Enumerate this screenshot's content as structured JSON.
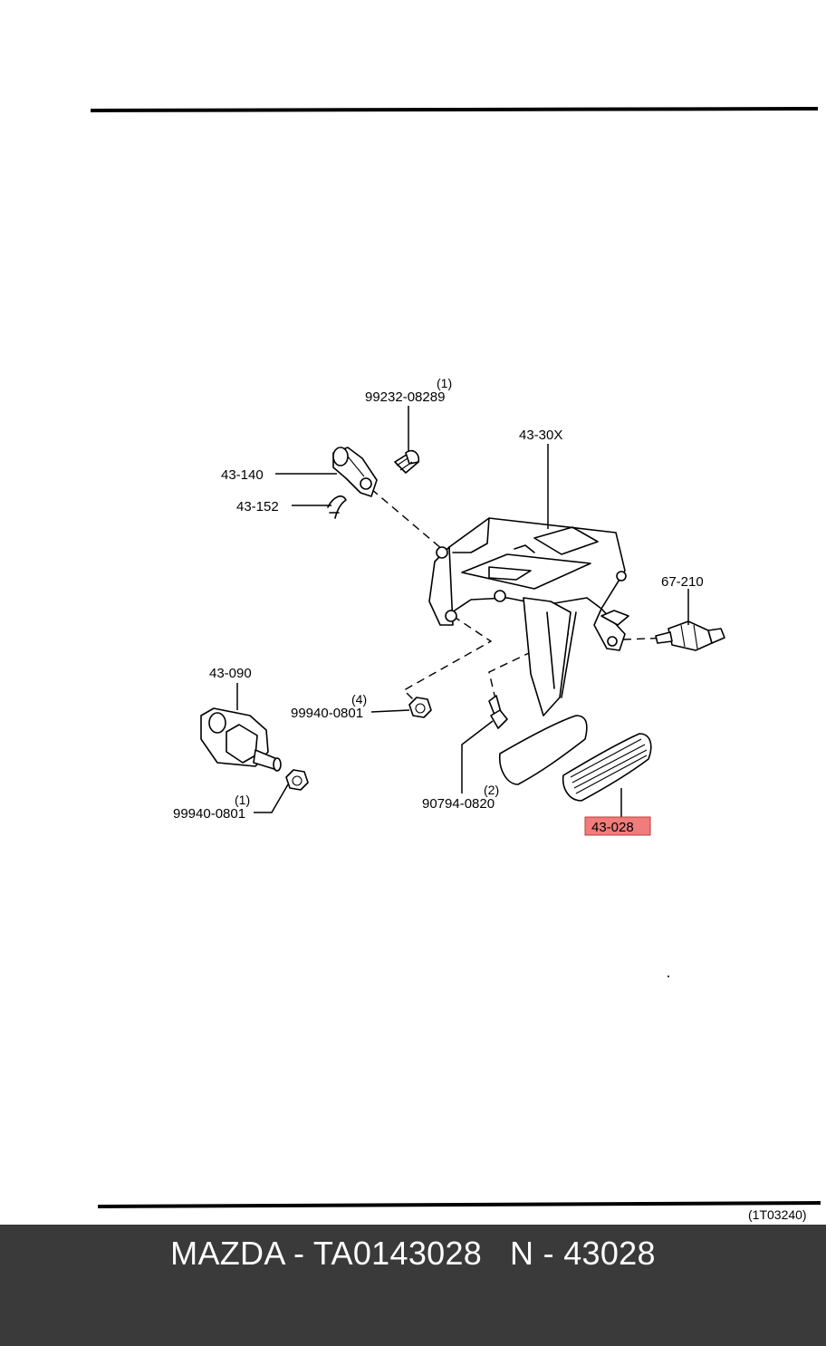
{
  "diagram": {
    "code": "(1T03240)",
    "highlight_color": "#f07c7c",
    "parts": [
      {
        "id": "p1",
        "number": "99232-08289",
        "qty": "(1)"
      },
      {
        "id": "p2",
        "number": "43-30X"
      },
      {
        "id": "p3",
        "number": "43-140"
      },
      {
        "id": "p4",
        "number": "43-152"
      },
      {
        "id": "p5",
        "number": "67-210"
      },
      {
        "id": "p6",
        "number": "43-090"
      },
      {
        "id": "p7",
        "number": "99940-0801",
        "qty": "(4)"
      },
      {
        "id": "p8",
        "number": "99940-0801",
        "qty": "(1)"
      },
      {
        "id": "p9",
        "number": "90794-0820",
        "qty": "(2)"
      },
      {
        "id": "p10",
        "number": "43-028",
        "highlighted": true
      }
    ]
  },
  "footer": {
    "brand": "MAZDA",
    "part_code": "TA0143028",
    "alt_code": "N - 43028"
  }
}
